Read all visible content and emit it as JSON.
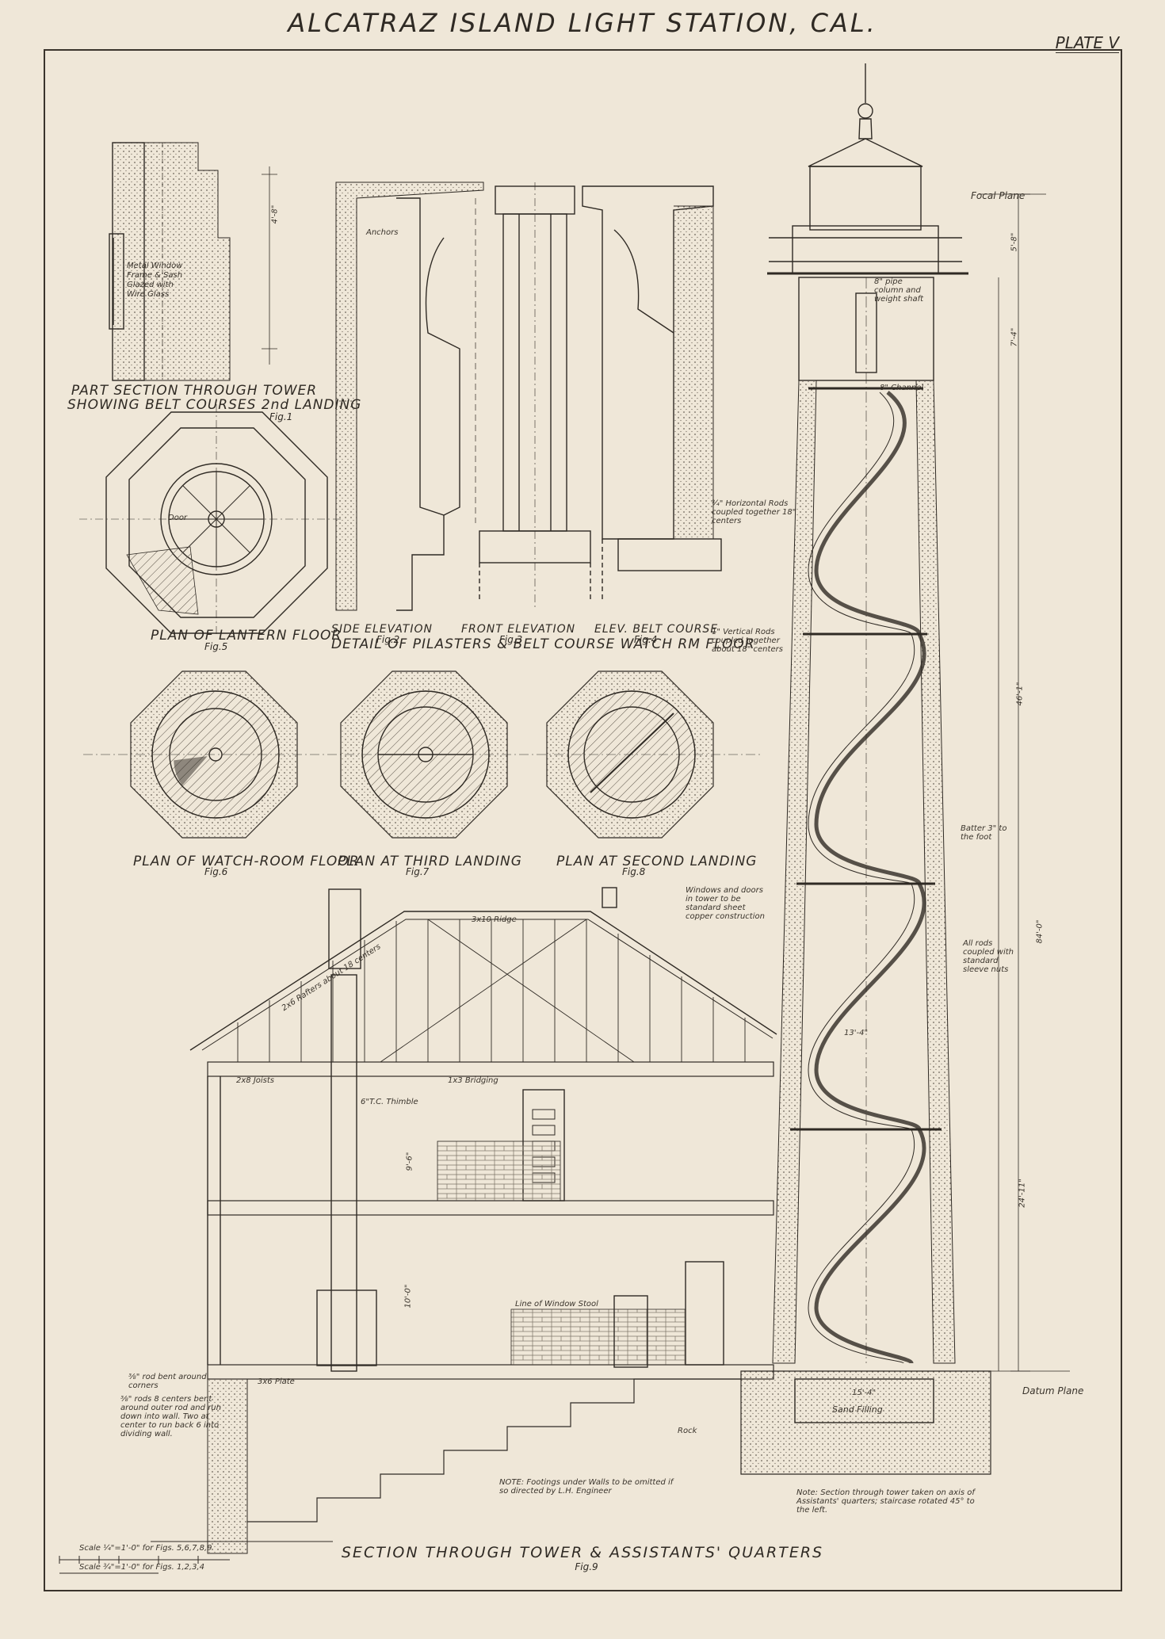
{
  "sheet": {
    "title": "ALCATRAZ ISLAND LIGHT STATION, CAL.",
    "plate": "PLATE V"
  },
  "fig1": {
    "caption_1": "PART SECTION THROUGH TOWER",
    "caption_2": "SHOWING BELT COURSES 2nd LANDING",
    "fig": "Fig.1",
    "note": "Metal Window Frame & Sash Glazed with Wire Glass"
  },
  "fig2_4": {
    "side": "SIDE ELEVATION",
    "side_fig": "Fig.2",
    "front": "FRONT ELEVATION",
    "front_fig": "Fig.3",
    "belt": "ELEV. BELT COURSE",
    "belt_fig": "Fig.4",
    "caption": "DETAIL OF PILASTERS & BELT COURSE WATCH RM FLOOR",
    "anchors": "Anchors"
  },
  "fig5": {
    "caption": "PLAN OF LANTERN FLOOR",
    "fig": "Fig.5",
    "door": "Door"
  },
  "fig6": {
    "caption": "PLAN OF WATCH-ROOM FLOOR",
    "fig": "Fig.6"
  },
  "fig7": {
    "caption": "PLAN AT THIRD LANDING",
    "fig": "Fig.7"
  },
  "fig8": {
    "caption": "PLAN AT SECOND LANDING",
    "fig": "Fig.8"
  },
  "fig9": {
    "caption": "SECTION THROUGH TOWER & ASSISTANTS' QUARTERS",
    "fig": "Fig.9",
    "focal_plane": "Focal Plane",
    "datum_plane": "Datum Plane",
    "sand_filling": "Sand Filling",
    "rock": "Rock",
    "batter": "Batter 3\" to the foot",
    "windows_note": "Windows and doors in tower to be standard sheet copper construction",
    "rods_note": "All rods coupled with standard sleeve nuts",
    "horiz_rods": "¾\" Horizontal Rods coupled together 18\" centers",
    "vert_rods": "1\" Vertical Rods coupled together about 18\" centers",
    "channel": "8\" Channel",
    "pipe_col": "8\" pipe column and weight shaft",
    "ridge": "3x10 Ridge",
    "rafters": "2x6 Rafters about 18 centers",
    "joists": "2x8 Joists",
    "bridging": "1x3 Bridging",
    "thimble": "6\"T.C. Thimble",
    "window_stool": "Line of Window Stool",
    "plate_lbl": "3x6 Plate",
    "footings_note": "NOTE: Footings under Walls to be omitted if so directed by L.H. Engineer",
    "tower_note": "Note: Section through tower taken on axis of Assistants' quarters; staircase rotated 45° to the left.",
    "rod_note_1": "⅜\" rod bent around corners",
    "rod_note_2": "⅜\" rods 8 centers bent around outer rod and run down into wall. Two at center to run back 6 into dividing wall."
  },
  "dims": {
    "d1": "5'-8\"",
    "d2": "7'-4\"",
    "d3": "46'-1\"",
    "d4": "84'-0\"",
    "d5": "24'-11\"",
    "d6": "13'-4\"",
    "d7": "9'-6\"",
    "d8": "10'-0\"",
    "d9": "15'-4\"",
    "d10": "4'-8\""
  },
  "scales": {
    "s1": "Scale ¼\"=1'-0\" for Figs. 5,6,7,8,9",
    "s2": "Scale ¾\"=1'-0\" for Figs. 1,2,3,4"
  },
  "colors": {
    "paper": "#efe7d8",
    "ink": "#2f2a24",
    "hatch": "#5a5248"
  }
}
